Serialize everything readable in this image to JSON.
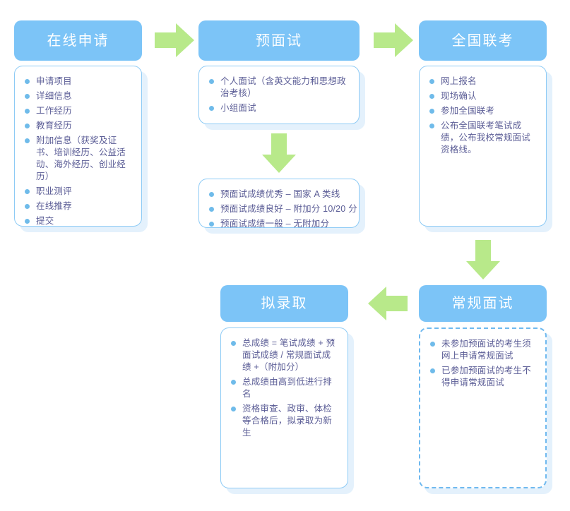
{
  "diagram": {
    "title_semantic": "admission-process-flowchart",
    "colors": {
      "header_fill": "#7cc4f7",
      "header_text": "#ffffff",
      "card_border": "#8ecbf5",
      "card_shadow": "#e4f1fc",
      "bullet": "#6fbbea",
      "body_text": "#5b5d96",
      "arrow_green": "#b8e98a",
      "background": "#ffffff"
    }
  },
  "stages": {
    "online_application": {
      "title": "在线申请",
      "items": [
        "申请项目",
        "详细信息",
        "工作经历",
        "教育经历",
        "附加信息（获奖及证书、培训经历、公益活动、海外经历、创业经历）",
        "职业测评",
        "在线推荐",
        "提交"
      ]
    },
    "pre_interview": {
      "title": "预面试",
      "items": [
        "个人面试（含英文能力和思想政治考核）",
        "小组面试"
      ]
    },
    "pre_interview_results": {
      "items": [
        "预面试成绩优秀 – 国家 A 类线",
        "预面试成绩良好 – 附加分 10/20 分",
        "预面试成绩一般 – 无附加分"
      ]
    },
    "national_exam": {
      "title": "全国联考",
      "items": [
        "网上报名",
        "现场确认",
        "参加全国联考",
        "公布全国联考笔试成绩，公布我校常规面试资格线。"
      ]
    },
    "regular_interview": {
      "title": "常规面试",
      "items": [
        "未参加预面试的考生须网上申请常规面试",
        "已参加预面试的考生不得申请常规面试"
      ]
    },
    "proposed_admission": {
      "title": "拟录取",
      "items": [
        "总成绩 = 笔试成绩 + 预面试成绩 / 常规面试成绩 +（附加分）",
        "总成绩由高到低进行排名",
        "资格审查、政审、体检等合格后，拟录取为新生"
      ]
    }
  },
  "arrows": {
    "application_to_preinterview": "right-arrow",
    "preinterview_to_nationalexam": "right-arrow",
    "preinterview_to_results": "down-arrow",
    "nationalexam_to_regular": "down-arrow",
    "regular_to_admission": "left-arrow"
  }
}
